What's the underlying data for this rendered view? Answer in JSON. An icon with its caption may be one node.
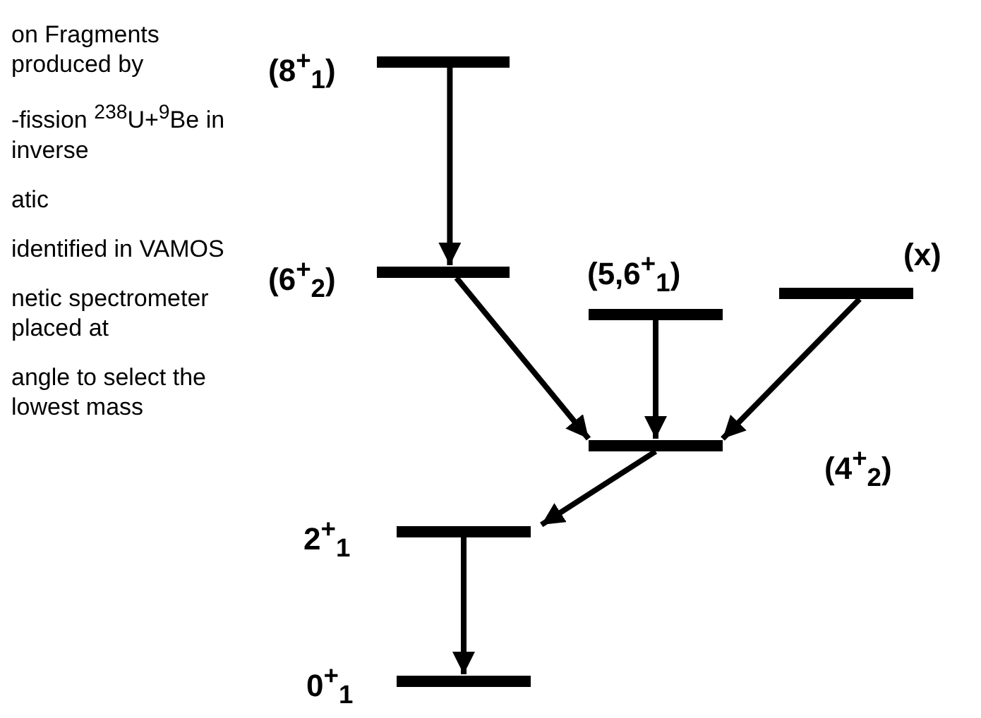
{
  "diagram": {
    "nodes": [
      {
        "text": [],
        "shape": "bar",
        "beside": [
          "(8$^{+}$$_{1}$)"
        ]
      },
      {
        "text": [],
        "shape": "bar",
        "beside": [
          "(6$^{+}$$_{2}$)"
        ]
      },
      {
        "text": [],
        "shape": "bar",
        "beside": [
          "(5,6$^{+}$$_{1}$)"
        ]
      },
      {
        "text": [],
        "shape": "bar",
        "beside": [
          "(x)"
        ]
      },
      {
        "text": [],
        "shape": "bar",
        "beside": [
          "(4$^{+}$$_{2}$)"
        ]
      },
      {
        "text": [],
        "shape": "bar",
        "beside": [
          "2$^{+}$$_{1}$"
        ]
      },
      {
        "text": [],
        "shape": "bar",
        "beside": [
          "0$^{+}$$_{1}$"
        ]
      }
    ],
    "edges": [
      {
        "from": 0,
        "to": 1,
        "arrow": "to"
      },
      {
        "from": 1,
        "to": 4,
        "arrow": "to"
      },
      {
        "from": 2,
        "to": 4,
        "arrow": "to"
      },
      {
        "from": 3,
        "to": 4,
        "arrow": "to"
      },
      {
        "from": 4,
        "to": 5,
        "arrow": "to"
      },
      {
        "from": 5,
        "to": 6,
        "arrow": "to"
      }
    ],
    "labels": [
      "on Fragments produced by",
      "-fission $^{238}$U+$^{9}$Be in inverse",
      "atic",
      "identified in VAMOS",
      "netic spectrometer placed at",
      "angle to select the lowest mass"
    ]
  }
}
